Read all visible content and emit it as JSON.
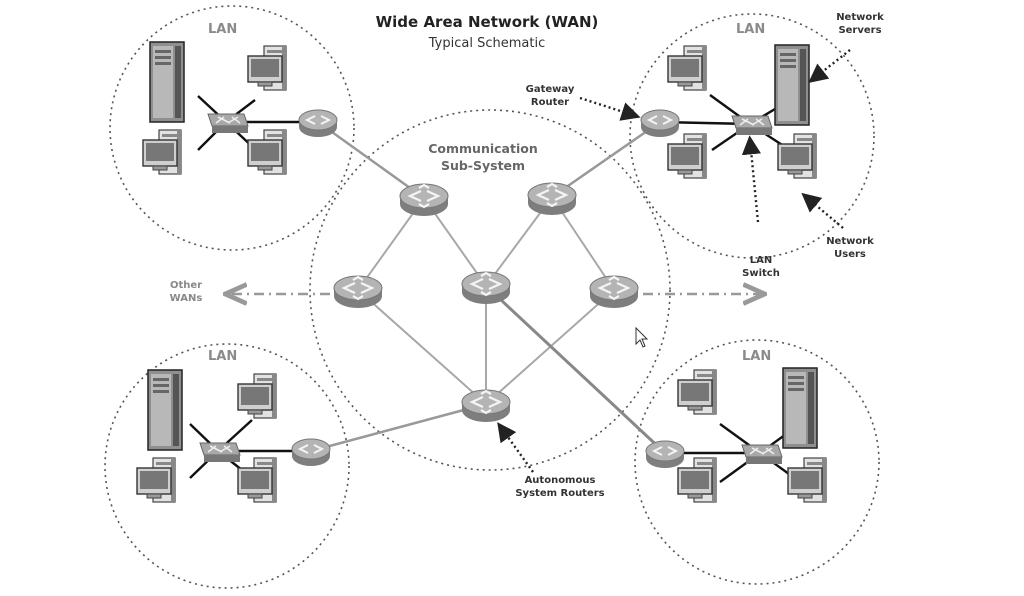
{
  "title": "Wide Area Network (WAN)",
  "subtitle": "Typical Schematic",
  "lan_label": "LAN",
  "comm_label_line1": "Communication",
  "comm_label_line2": "Sub-System",
  "gateway_line1": "Gateway",
  "gateway_line2": "Router",
  "servers_line1": "Network",
  "servers_line2": "Servers",
  "users_line1": "Network",
  "users_line2": "Users",
  "switch_line1": "LAN",
  "switch_line2": "Switch",
  "other_line1": "Other",
  "other_line2": "WANs",
  "asr_line1": "Autonomous",
  "asr_line2": "System Routers",
  "colors": {
    "line": "#9a9a9a",
    "dark": "#111111",
    "router": "#9e9e9e",
    "dotted": "#666666"
  }
}
